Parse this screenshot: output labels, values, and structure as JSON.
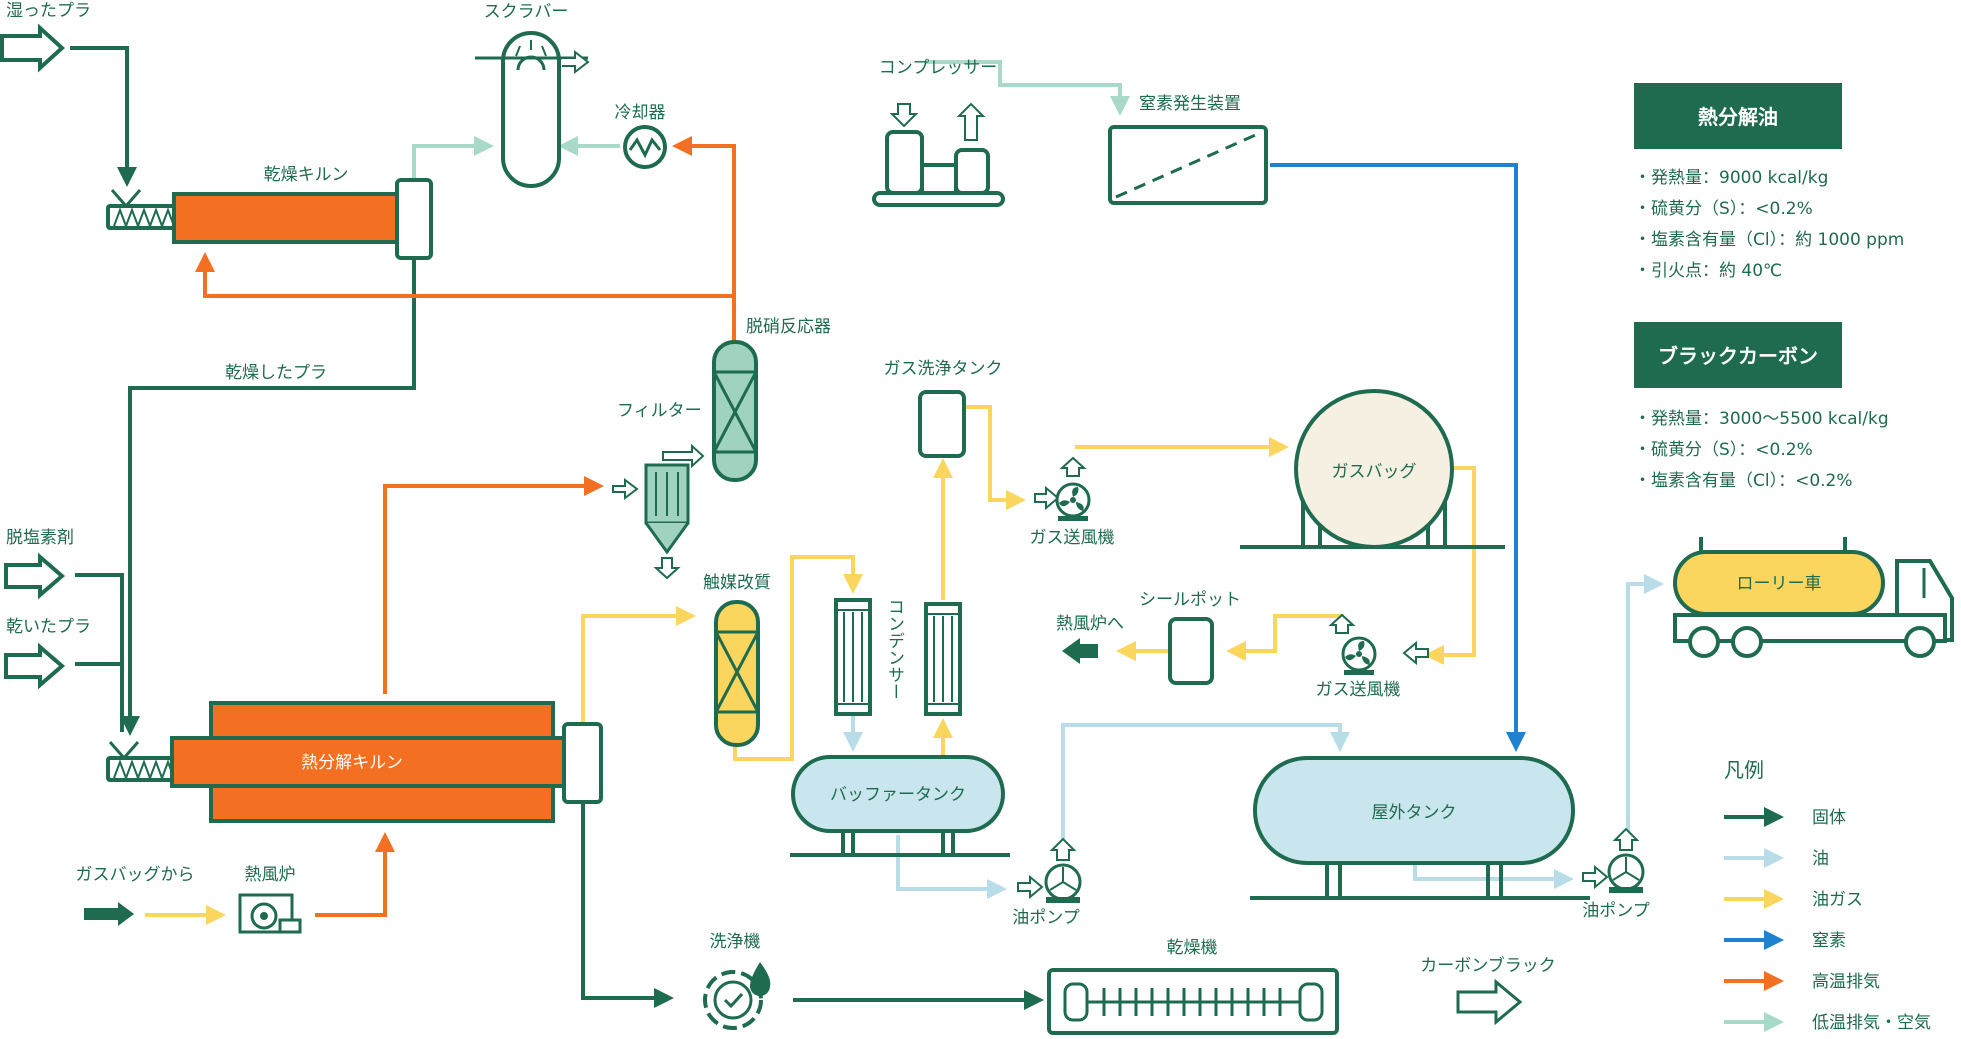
{
  "colors": {
    "solid": "#1e6b4f",
    "oil": "#b8dde8",
    "oil_gas": "#fbd65e",
    "nitrogen": "#1e82d0",
    "hot_exhaust": "#f36f21",
    "cool_exhaust": "#a8d9c9",
    "kiln_fill": "#f36f21",
    "tank_fill": "#c9e6ee",
    "catalyst_fill": "#fbd65e",
    "reactor_fill": "#9fd3c0",
    "gasbag_fill": "#f5f0e1",
    "panel_fill": "#1e6b4f"
  },
  "labels": {
    "wet_plastic": "湿ったプラ",
    "scrubber": "スクラバー",
    "cooler": "冷却器",
    "drying_kiln": "乾燥キルン",
    "dried_plastic": "乾燥したプラ",
    "denitration_reactor": "脱硝反応器",
    "filter": "フィルター",
    "dechlorinating_agent": "脱塩素剤",
    "dry_plastic": "乾いたプラ",
    "pyrolysis_kiln": "熱分解キルン",
    "from_gas_bag": "ガスバッグから",
    "hot_air_furnace": "熱風炉",
    "catalytic_reforming": "触媒改質",
    "condenser": "コンデンサー",
    "buffer_tank": "バッファータンク",
    "oil_pump_1": "油ポンプ",
    "oil_pump_2": "油ポンプ",
    "gas_wash_tank": "ガス洗浄タンク",
    "gas_blower_1": "ガス送風機",
    "gas_blower_2": "ガス送風機",
    "gas_bag": "ガスバッグ",
    "seal_pot": "シールポット",
    "to_hot_air_furnace": "熱風炉へ",
    "compressor": "コンプレッサー",
    "nitrogen_generator": "窒素発生装置",
    "outdoor_tank": "屋外タンク",
    "washer": "洗浄機",
    "dryer": "乾燥機",
    "carbon_black": "カーボンブラック",
    "lorry": "ローリー車"
  },
  "spec_oil": {
    "title": "熱分解油",
    "items": [
      "・発熱量：9000 kcal/kg",
      "・硫黄分（S）：<0.2%",
      "・塩素含有量（Cl）：約 1000 ppm",
      "・引火点：約 40℃"
    ]
  },
  "spec_carbon": {
    "title": "ブラックカーボン",
    "items": [
      "・発熱量：3000〜5500 kcal/kg",
      "・硫黄分（S）：<0.2%",
      "・塩素含有量（Cl）：<0.2%"
    ]
  },
  "legend": {
    "title": "凡例",
    "items": [
      {
        "label": "固体",
        "color": "#1e6b4f"
      },
      {
        "label": "油",
        "color": "#b8dde8"
      },
      {
        "label": "油ガス",
        "color": "#fbd65e"
      },
      {
        "label": "窒素",
        "color": "#1e82d0"
      },
      {
        "label": "高温排気",
        "color": "#f36f21"
      },
      {
        "label": "低温排気・空気",
        "color": "#a8d9c9"
      }
    ]
  }
}
